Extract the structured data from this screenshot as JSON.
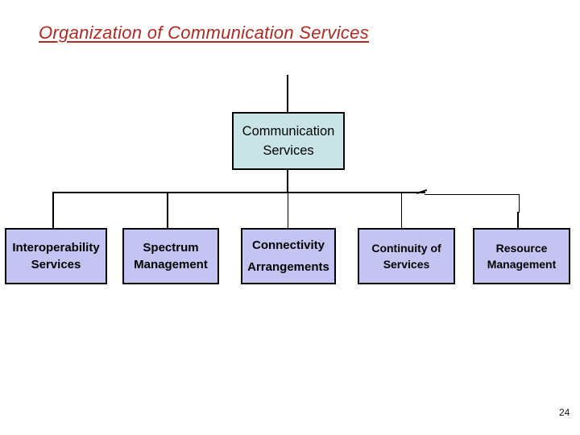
{
  "slide": {
    "title": "Organization of Communication Services",
    "title_color": "#b22822",
    "page_number": "24",
    "colors": {
      "root_box_fill": "#c9e4e6",
      "child_box_fill": "#c4c4f2",
      "box_border": "#000000",
      "connector": "#000000",
      "background": "#ffffff",
      "text": "#000000"
    },
    "chart_data": {
      "type": "org-chart",
      "root": {
        "label": "Communication Services"
      },
      "children": [
        {
          "label": "Interoperability Services"
        },
        {
          "label": "Spectrum Management"
        },
        {
          "label": "Connectivity Arrangements"
        },
        {
          "label": "Continuity of Services"
        },
        {
          "label": "Resource Management"
        }
      ]
    },
    "root_box": {
      "line1": "Communication",
      "line2": "Services"
    },
    "children": [
      {
        "line1": "Interoperability",
        "line2": "Services"
      },
      {
        "line1": "Spectrum",
        "line2": "Management"
      },
      {
        "line1": "Connectivity",
        "line2": "Arrangements"
      },
      {
        "line1": "Continuity of",
        "line2": "Services"
      },
      {
        "line1": "Resource",
        "line2": "Management"
      }
    ]
  }
}
